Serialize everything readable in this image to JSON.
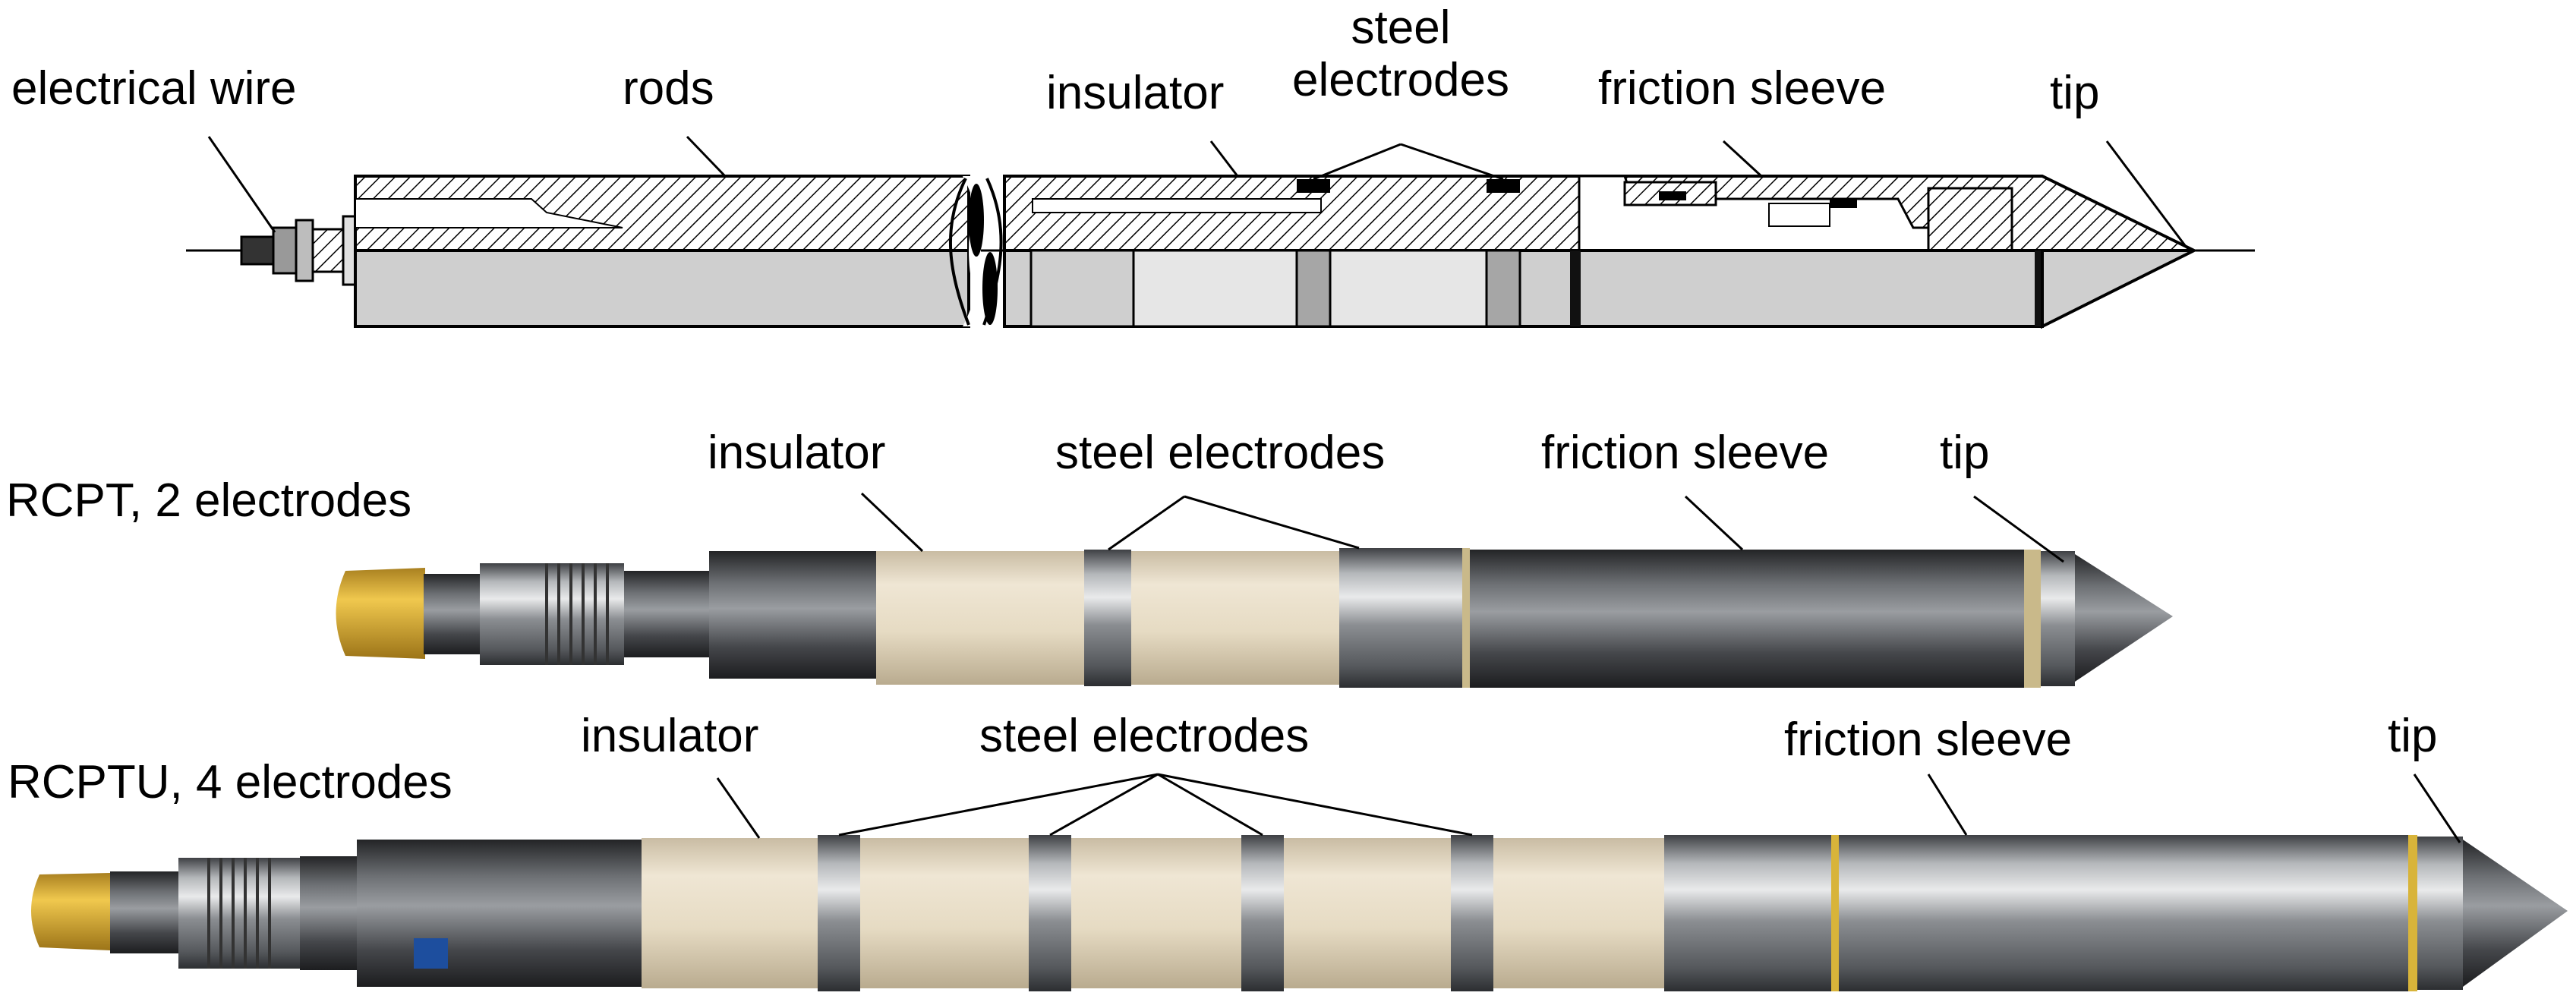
{
  "schematic": {
    "labels": {
      "electrical_wire": "electrical wire",
      "rods": "rods",
      "insulator": "insulator",
      "steel": "steel",
      "electrodes": "electrodes",
      "friction_sleeve": "friction sleeve",
      "tip": "tip"
    }
  },
  "rcpt": {
    "title": "RCPT, 2 electrodes",
    "labels": {
      "insulator": "insulator",
      "steel_electrodes": "steel electrodes",
      "friction_sleeve": "friction sleeve",
      "tip": "tip"
    }
  },
  "rcptu": {
    "title": "RCPTU, 4 electrodes",
    "labels": {
      "insulator": "insulator",
      "steel_electrodes": "steel electrodes",
      "friction_sleeve": "friction sleeve",
      "tip": "tip"
    }
  },
  "colors": {
    "rod_gray": "#cfcfcf",
    "insulator_light": "#e6e6e6",
    "electrode_gray": "#a6a6a6",
    "dark_band": "#111111",
    "photo_insulator": "#e7dcc6",
    "photo_steel": "#8a8d90",
    "photo_dark_steel": "#4a4c50",
    "yellow_cap": "#e0b43a"
  }
}
